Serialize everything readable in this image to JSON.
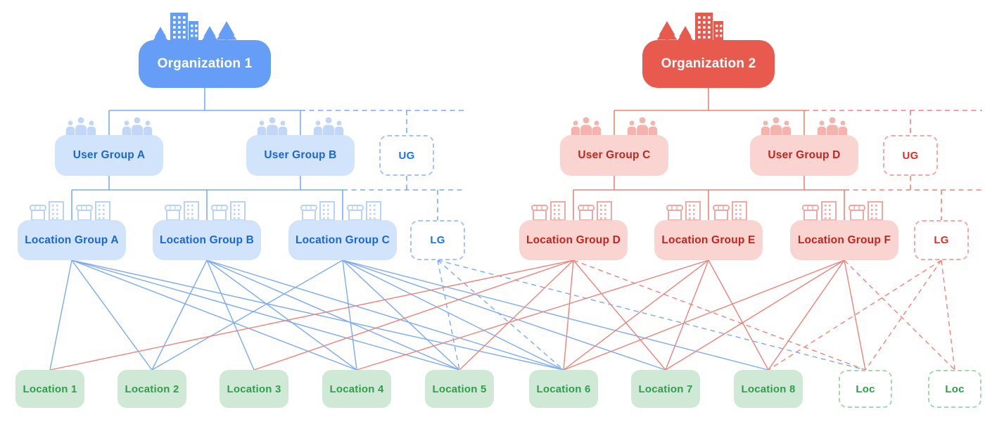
{
  "diagram": {
    "type": "org-hierarchy",
    "nodes": [
      {
        "id": "org1",
        "label": "Organization 1",
        "kind": "org",
        "color": "blue",
        "icon": "buildings-trees-icon"
      },
      {
        "id": "org2",
        "label": "Organization 2",
        "kind": "org",
        "color": "red",
        "icon": "trees-building-icon"
      },
      {
        "id": "ug-a",
        "label": "User Group A",
        "kind": "group",
        "color": "blue",
        "icon": "people-group-icon"
      },
      {
        "id": "ug-b",
        "label": "User Group B",
        "kind": "group",
        "color": "blue",
        "icon": "people-group-icon"
      },
      {
        "id": "ug-more-blue",
        "label": "UG",
        "kind": "more",
        "color": "blue",
        "icon": ""
      },
      {
        "id": "ug-c",
        "label": "User Group C",
        "kind": "group",
        "color": "red",
        "icon": "people-group-icon"
      },
      {
        "id": "ug-d",
        "label": "User Group D",
        "kind": "group",
        "color": "red",
        "icon": "people-group-icon"
      },
      {
        "id": "ug-more-red",
        "label": "UG",
        "kind": "more",
        "color": "red",
        "icon": ""
      },
      {
        "id": "lg-a",
        "label": "Location Group A",
        "kind": "group",
        "color": "blue",
        "icon": "storefronts-icon"
      },
      {
        "id": "lg-b",
        "label": "Location Group B",
        "kind": "group",
        "color": "blue",
        "icon": "storefronts-icon"
      },
      {
        "id": "lg-c",
        "label": "Location Group C",
        "kind": "group",
        "color": "blue",
        "icon": "storefronts-icon"
      },
      {
        "id": "lg-more-blue",
        "label": "LG",
        "kind": "more",
        "color": "blue",
        "icon": ""
      },
      {
        "id": "lg-d",
        "label": "Location Group D",
        "kind": "group",
        "color": "red",
        "icon": "storefronts-icon"
      },
      {
        "id": "lg-e",
        "label": "Location Group E",
        "kind": "group",
        "color": "red",
        "icon": "storefronts-icon"
      },
      {
        "id": "lg-f",
        "label": "Location Group F",
        "kind": "group",
        "color": "red",
        "icon": "storefronts-icon"
      },
      {
        "id": "lg-more-red",
        "label": "LG",
        "kind": "more",
        "color": "red",
        "icon": ""
      },
      {
        "id": "loc-1",
        "label": "Location 1",
        "kind": "location",
        "color": "green",
        "icon": ""
      },
      {
        "id": "loc-2",
        "label": "Location 2",
        "kind": "location",
        "color": "green",
        "icon": ""
      },
      {
        "id": "loc-3",
        "label": "Location 3",
        "kind": "location",
        "color": "green",
        "icon": ""
      },
      {
        "id": "loc-4",
        "label": "Location 4",
        "kind": "location",
        "color": "green",
        "icon": ""
      },
      {
        "id": "loc-5",
        "label": "Location 5",
        "kind": "location",
        "color": "green",
        "icon": ""
      },
      {
        "id": "loc-6",
        "label": "Location 6",
        "kind": "location",
        "color": "green",
        "icon": ""
      },
      {
        "id": "loc-7",
        "label": "Location 7",
        "kind": "location",
        "color": "green",
        "icon": ""
      },
      {
        "id": "loc-8",
        "label": "Location 8",
        "kind": "location",
        "color": "green",
        "icon": ""
      },
      {
        "id": "loc-more-1",
        "label": "Loc",
        "kind": "location-more",
        "color": "green",
        "icon": ""
      },
      {
        "id": "loc-more-2",
        "label": "Loc",
        "kind": "location-more",
        "color": "green",
        "icon": ""
      }
    ],
    "tier_links": [
      {
        "parents": [
          "org1"
        ],
        "children": [
          "ug-a",
          "ug-b",
          "ug-more-blue"
        ],
        "color": "blue"
      },
      {
        "parents": [
          "ug-a",
          "ug-b",
          "ug-more-blue"
        ],
        "children": [
          "lg-a",
          "lg-b",
          "lg-c",
          "lg-more-blue"
        ],
        "color": "blue"
      },
      {
        "parents": [
          "org2"
        ],
        "children": [
          "ug-c",
          "ug-d",
          "ug-more-red"
        ],
        "color": "red"
      },
      {
        "parents": [
          "ug-c",
          "ug-d",
          "ug-more-red"
        ],
        "children": [
          "lg-d",
          "lg-e",
          "lg-f",
          "lg-more-red"
        ],
        "color": "red"
      }
    ],
    "edges": [
      {
        "from": "lg-a",
        "to": "loc-1",
        "style": "solid"
      },
      {
        "from": "lg-a",
        "to": "loc-2",
        "style": "solid"
      },
      {
        "from": "lg-a",
        "to": "loc-4",
        "style": "solid"
      },
      {
        "from": "lg-a",
        "to": "loc-5",
        "style": "solid"
      },
      {
        "from": "lg-a",
        "to": "loc-6",
        "style": "solid"
      },
      {
        "from": "lg-b",
        "to": "loc-2",
        "style": "solid"
      },
      {
        "from": "lg-b",
        "to": "loc-3",
        "style": "solid"
      },
      {
        "from": "lg-b",
        "to": "loc-4",
        "style": "solid"
      },
      {
        "from": "lg-b",
        "to": "loc-5",
        "style": "solid"
      },
      {
        "from": "lg-b",
        "to": "loc-6",
        "style": "solid"
      },
      {
        "from": "lg-c",
        "to": "loc-2",
        "style": "solid"
      },
      {
        "from": "lg-c",
        "to": "loc-4",
        "style": "solid"
      },
      {
        "from": "lg-c",
        "to": "loc-5",
        "style": "solid"
      },
      {
        "from": "lg-c",
        "to": "loc-6",
        "style": "solid"
      },
      {
        "from": "lg-c",
        "to": "loc-7",
        "style": "solid"
      },
      {
        "from": "lg-c",
        "to": "loc-8",
        "style": "solid"
      },
      {
        "from": "lg-more-blue",
        "to": "loc-5",
        "style": "dashed"
      },
      {
        "from": "lg-more-blue",
        "to": "loc-6",
        "style": "dashed"
      },
      {
        "from": "lg-more-blue",
        "to": "loc-more-1",
        "style": "dashed"
      },
      {
        "from": "lg-d",
        "to": "loc-1",
        "style": "solid"
      },
      {
        "from": "lg-d",
        "to": "loc-3",
        "style": "solid"
      },
      {
        "from": "lg-d",
        "to": "loc-5",
        "style": "solid"
      },
      {
        "from": "lg-d",
        "to": "loc-6",
        "style": "solid"
      },
      {
        "from": "lg-d",
        "to": "loc-7",
        "style": "solid"
      },
      {
        "from": "lg-d",
        "to": "loc-more-1",
        "style": "dashed"
      },
      {
        "from": "lg-e",
        "to": "loc-4",
        "style": "solid"
      },
      {
        "from": "lg-e",
        "to": "loc-6",
        "style": "solid"
      },
      {
        "from": "lg-e",
        "to": "loc-7",
        "style": "solid"
      },
      {
        "from": "lg-e",
        "to": "loc-8",
        "style": "solid"
      },
      {
        "from": "lg-f",
        "to": "loc-6",
        "style": "solid"
      },
      {
        "from": "lg-f",
        "to": "loc-7",
        "style": "solid"
      },
      {
        "from": "lg-f",
        "to": "loc-8",
        "style": "solid"
      },
      {
        "from": "lg-f",
        "to": "loc-more-1",
        "style": "solid"
      },
      {
        "from": "lg-f",
        "to": "loc-more-2",
        "style": "dashed"
      },
      {
        "from": "lg-more-red",
        "to": "loc-8",
        "style": "dashed"
      },
      {
        "from": "lg-more-red",
        "to": "loc-more-1",
        "style": "dashed"
      },
      {
        "from": "lg-more-red",
        "to": "loc-more-2",
        "style": "dashed"
      }
    ]
  },
  "colors": {
    "blue_solid": "#669df6",
    "blue_light": "#d2e3fc",
    "blue_text": "#1967d2",
    "blue_line": "#7baaf7",
    "blue_dash_border": "#a4c4f8",
    "blue_more_text": "#1a73e8",
    "blue_icon": "#c0d7fa",
    "blue_store_icon": "#b9d2f8",
    "red_solid": "#e8594e",
    "red_light": "#fad4d0",
    "red_text": "#c0261f",
    "red_line": "#ef8279",
    "red_dash_border": "#f3a9a3",
    "red_more_text": "#d93025",
    "red_icon": "#f6b2ac",
    "red_store_icon": "#f2a8a2",
    "green_light": "#cfe9d6",
    "green_text": "#2f9e4c",
    "green_dash_border": "#a4d9af"
  }
}
